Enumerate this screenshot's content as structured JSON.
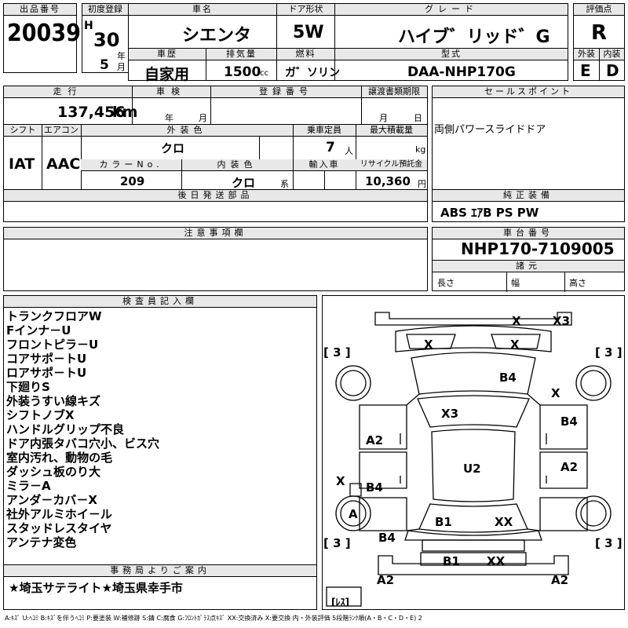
{
  "header": {
    "lot_label": "出品番号",
    "lot_number": "20039",
    "first_reg_label": "初度登録",
    "era": "H",
    "year": "30",
    "year_unit": "年",
    "month": "5",
    "month_unit": "月",
    "car_name_label": "車名",
    "car_name": "シエンタ",
    "door_label": "ドア形状",
    "door": "5W",
    "grade_label": "グレード",
    "grade": "ハイブ゛リッド゛G",
    "score_label": "評価点",
    "score": "R",
    "history_label": "車歴",
    "history": "自家用",
    "displacement_label": "排気量",
    "displacement": "1500",
    "displacement_unit": "cc",
    "fuel_label": "燃料",
    "fuel": "ガ゛ソリン",
    "model_label": "型式",
    "model": "DAA-NHP170G",
    "exterior_label": "外装",
    "exterior": "E",
    "interior_label": "内装",
    "interior": "D"
  },
  "details": {
    "mileage_label": "走行",
    "mileage": "137,456",
    "mileage_unit": "km",
    "inspection_label": "車検",
    "inspection_year_unit": "年",
    "inspection_month_unit": "月",
    "reg_no_label": "登録番号",
    "transfer_label": "譲渡書類期限",
    "transfer_month_unit": "月",
    "transfer_day_unit": "日",
    "shift_label": "シフト",
    "shift": "IAT",
    "ac_label": "エアコン",
    "ac": "AAC",
    "ext_color_label": "外装色",
    "ext_color": "クロ",
    "capacity_label": "乗車定員",
    "capacity": "7",
    "capacity_unit": "人",
    "load_label": "最大積載量",
    "load_unit": "kg",
    "color_no_label": "カラーNo.",
    "color_no": "209",
    "int_color_label": "内装色",
    "int_color": "クロ",
    "int_color_unit": "系",
    "import_label": "輸入車",
    "recycle_label": "リサイクル預託金",
    "recycle": "10,360",
    "recycle_unit": "円",
    "later_parts_label": "後日発送部品",
    "notes_label": "注意事項欄"
  },
  "sales": {
    "label": "セールスポイント",
    "text": "両側パワースライドドア",
    "equipment_label": "純正装備",
    "equipment": "ABS ｴｱB PS PW",
    "chassis_label": "車台番号",
    "chassis": "NHP170-7109005",
    "dims_label": "諸元",
    "length_label": "長さ",
    "width_label": "幅",
    "height_label": "高さ"
  },
  "inspector": {
    "label": "検査員記入欄",
    "lines": [
      "トランクフロアW",
      "Fインナ－U",
      "フロントピラ－U",
      "コアサポ－トU",
      "ロアサポ－トU",
      "下廻りS",
      "外装うすい線キズ",
      "シフトノブX",
      "ハンドルグリップ不良",
      "ドア内張タバコ穴小、ビス穴",
      "室内汚れ、動物の毛",
      "ダッシュ板のり大",
      "ミラ－A",
      "アンダ－カバ－X",
      "社外アルミホイ－ル",
      "スタッドレスタイヤ",
      "アンテナ変色"
    ]
  },
  "office": {
    "label": "事務局よりご案内",
    "text": "★埼玉サテライト★埼玉県幸手市"
  },
  "diagram": {
    "tread_fl": "[ 3 ]",
    "tread_fr": "[ 3 ]",
    "tread_rl": "[ 3 ]",
    "tread_rr": "[ 3 ]",
    "spare": "[ﾚｽ]",
    "marks": {
      "front_x": "X",
      "front_x3": "X3",
      "lamp_l": "X",
      "lamp_r": "X",
      "hood": "B4",
      "right_fender_x": "X",
      "windshield": "X3",
      "left_front_door": "A2",
      "right_front_door": "B4",
      "roof": "U2",
      "right_rear_door": "A2",
      "left_mirror": "X",
      "left_rear_door": "B4",
      "left_wheel": "A",
      "rear_glass": "B1",
      "rear_xx": "XX",
      "left_quarter": "B4",
      "tail": "B1",
      "tail_xx": "XX",
      "rear_bumper_l": "A2",
      "rear_bumper_r": "A2"
    }
  },
  "legend": "A:ｷｽﾞ U:ﾍｺﾐ B:ｷｽﾞを伴うﾍｺﾐ P:要塗装 W:補修跡 S:錆 C:腐食 G:ﾌﾛﾝﾄｶﾞﾗｽ点ｷｽﾞ XX:交換済み X:要交換 内・外装評価 5段階ﾗﾝｸ順(A・B・C・D・E) 2"
}
